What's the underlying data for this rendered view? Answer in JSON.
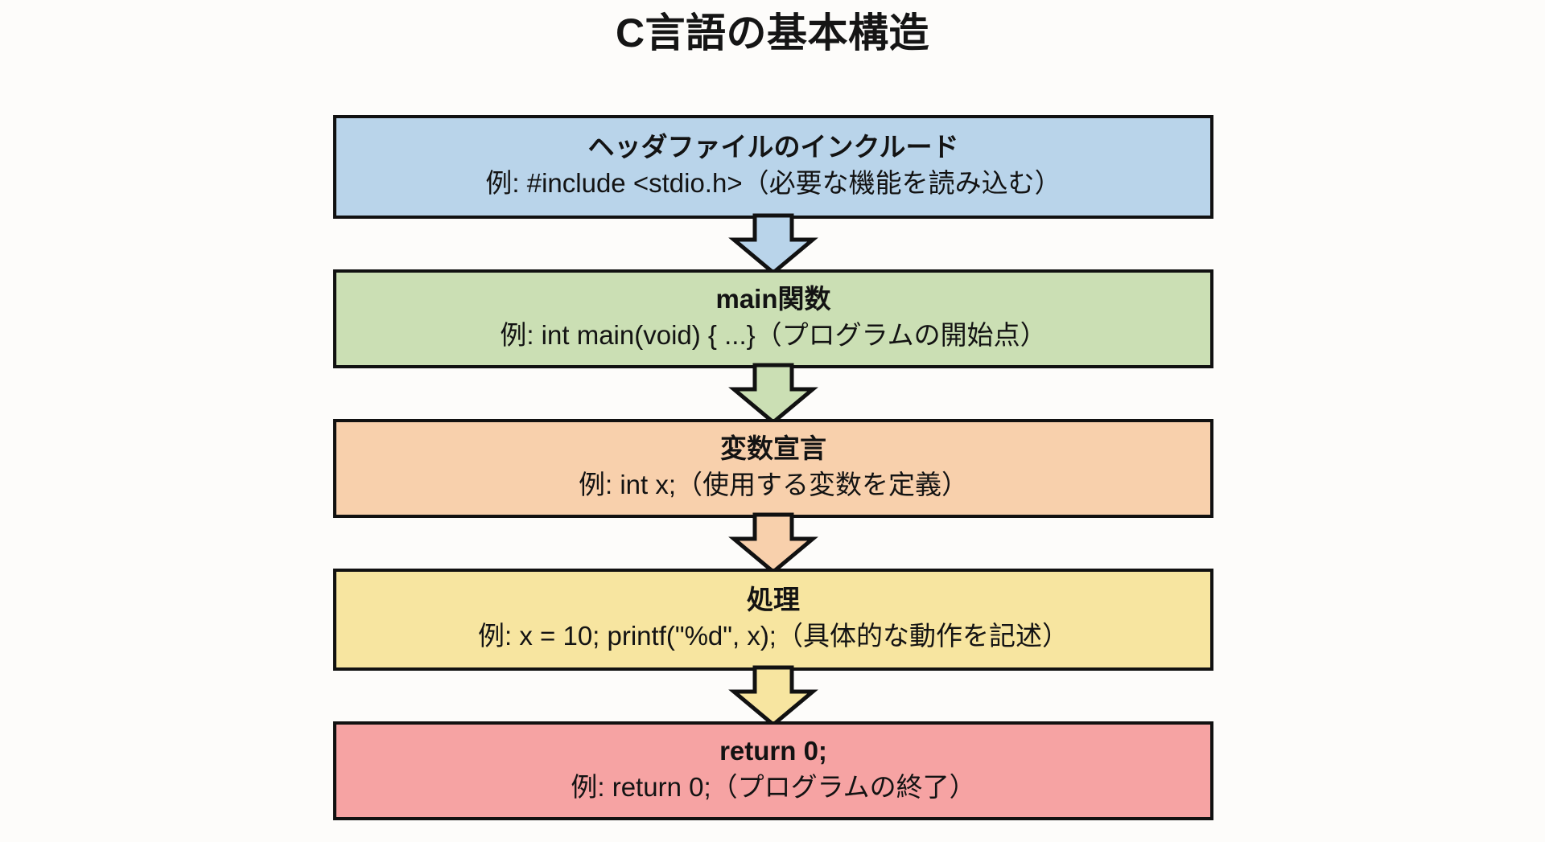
{
  "diagram": {
    "title": "C言語の基本構造",
    "type": "flowchart",
    "orientation": "vertical",
    "background_color": "#fdfcfa",
    "border_color": "#111111",
    "text_color": "#131313",
    "nodes": [
      {
        "id": "header-include",
        "title": "ヘッダファイルのインクルード",
        "example": "例: #include <stdio.h>（必要な機能を読み込む）",
        "fill_color": "#b9d4ea"
      },
      {
        "id": "main-function",
        "title": "main関数",
        "example": "例: int main(void) { ...}（プログラムの開始点）",
        "fill_color": "#cbdfb4"
      },
      {
        "id": "variable-declaration",
        "title": "変数宣言",
        "example": "例: int x;（使用する変数を定義）",
        "fill_color": "#f8d0ac"
      },
      {
        "id": "processing",
        "title": "処理",
        "example": "例: x = 10; printf(\"%d\", x);（具体的な動作を記述）",
        "fill_color": "#f7e5a0"
      },
      {
        "id": "return-zero",
        "title": "return 0;",
        "example": "例: return 0;（プログラムの終了）",
        "fill_color": "#f6a3a3"
      }
    ],
    "connectors": [
      {
        "from": "header-include",
        "to": "main-function",
        "shape": "down-block-arrow",
        "fill_color": "#b9d4ea"
      },
      {
        "from": "main-function",
        "to": "variable-declaration",
        "shape": "down-block-arrow",
        "fill_color": "#cbdfb4"
      },
      {
        "from": "variable-declaration",
        "to": "processing",
        "shape": "down-block-arrow",
        "fill_color": "#f8d0ac"
      },
      {
        "from": "processing",
        "to": "return-zero",
        "shape": "down-block-arrow",
        "fill_color": "#f7e5a0"
      }
    ]
  }
}
